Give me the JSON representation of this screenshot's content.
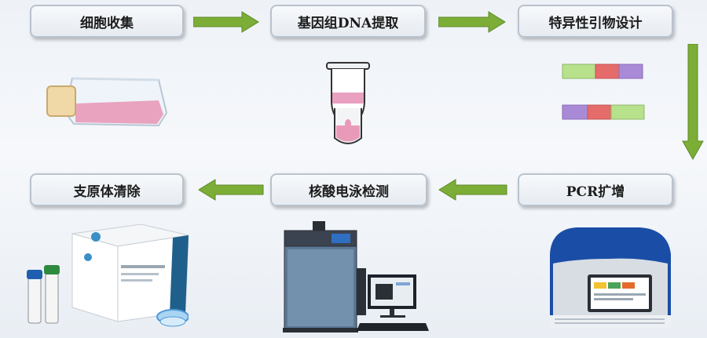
{
  "steps": {
    "s1": "细胞收集",
    "s2": "基因组DNA提取",
    "s3": "特异性引物设计",
    "s4": "PCR扩增",
    "s5": "核酸电泳检测",
    "s6": "支原体清除"
  },
  "colors": {
    "arrow": "#7cae37",
    "primer_green": "#b7e18a",
    "primer_red": "#e66b6b",
    "primer_purple": "#a98ad6",
    "pink": "#e89ab8"
  }
}
